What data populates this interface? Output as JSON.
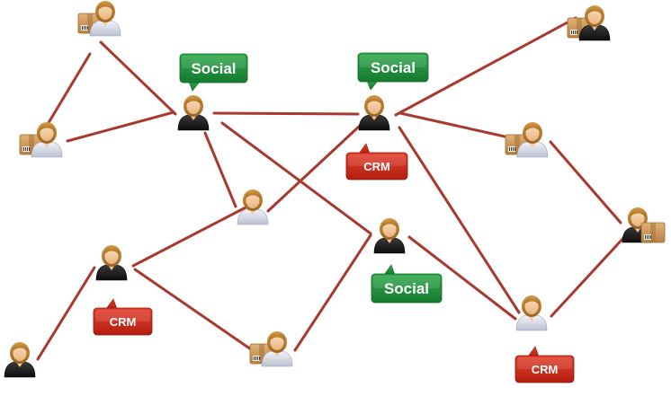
{
  "colors": {
    "connector": "#a8392f",
    "social_tag": "#1f8b3a",
    "crm_tag": "#cc2a1a",
    "hair": "#b9802e",
    "skin": "#f6cfa4",
    "dark_suit": "#1e1e1e",
    "light_suit": "#d7dbe6",
    "package": "#cf9a58"
  },
  "tags": {
    "social": "Social",
    "crm": "CRM"
  },
  "people": [
    {
      "id": "p1",
      "style": "light",
      "package": true
    },
    {
      "id": "p2",
      "style": "light",
      "package": true
    },
    {
      "id": "p3",
      "style": "dark",
      "package": false
    },
    {
      "id": "p4",
      "style": "dark",
      "package": false
    },
    {
      "id": "p5",
      "style": "dark",
      "package": true
    },
    {
      "id": "p6",
      "style": "light",
      "package": true
    },
    {
      "id": "p7",
      "style": "light",
      "package": false
    },
    {
      "id": "p8",
      "style": "dark",
      "package": false
    },
    {
      "id": "p9",
      "style": "dark",
      "package": false
    },
    {
      "id": "p10",
      "style": "dark",
      "package": true
    },
    {
      "id": "p11",
      "style": "dark",
      "package": false
    },
    {
      "id": "p12",
      "style": "light",
      "package": true
    },
    {
      "id": "p13",
      "style": "light",
      "package": false
    }
  ],
  "connections": [
    [
      "p1",
      "p3"
    ],
    [
      "p1",
      "p2"
    ],
    [
      "p2",
      "p3"
    ],
    [
      "p3",
      "p4"
    ],
    [
      "p3",
      "p7"
    ],
    [
      "p3",
      "p9"
    ],
    [
      "p7",
      "p8"
    ],
    [
      "p7",
      "p4"
    ],
    [
      "p4",
      "p5"
    ],
    [
      "p4",
      "p6"
    ],
    [
      "p4",
      "p13"
    ],
    [
      "p6",
      "p10"
    ],
    [
      "p10",
      "p13"
    ],
    [
      "p9",
      "p13"
    ],
    [
      "p9",
      "p12"
    ],
    [
      "p8",
      "p12"
    ],
    [
      "p8",
      "p11"
    ]
  ],
  "callouts": [
    {
      "id": "c1",
      "kind": "social"
    },
    {
      "id": "c2",
      "kind": "social"
    },
    {
      "id": "c3",
      "kind": "crm"
    },
    {
      "id": "c4",
      "kind": "crm"
    },
    {
      "id": "c5",
      "kind": "social"
    },
    {
      "id": "c6",
      "kind": "crm"
    }
  ]
}
